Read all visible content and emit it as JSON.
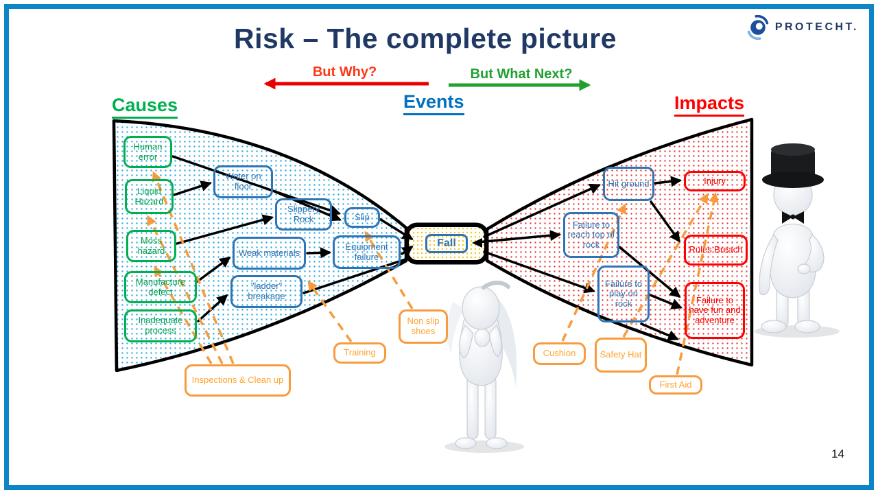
{
  "slide": {
    "title": "Risk – The complete picture",
    "page_number": "14",
    "logo_text": "PROTECHT."
  },
  "annotations": {
    "but_why": "But Why?",
    "but_what_next": "But What Next?"
  },
  "sections": {
    "causes": "Causes",
    "events": "Events",
    "impacts": "Impacts"
  },
  "diagram": {
    "central_event": "Fall",
    "causes": [
      "Human error",
      "Liquid Hazard",
      "Moss hazard",
      "Manufacture defect",
      "Inadequate process"
    ],
    "events": [
      "Water on floor",
      "Slippery Rock",
      "Slip",
      "Weak materials",
      "\"ladder\" breakage",
      "Equipment failure"
    ],
    "outcomes": [
      "Hit ground",
      "Failure to reach top of rock",
      "Failure to play on rock"
    ],
    "impacts": [
      "Injury",
      "Rules Breach",
      "Failure to have fun and adventure"
    ],
    "controls": [
      "Inspections & Clean up",
      "Training",
      "Non slip shoes",
      "Cushion",
      "Safety Hat",
      "First Aid"
    ]
  },
  "icons": {
    "logo": "protecht-swirl-icon",
    "bride": "bride-figure",
    "groom": "groom-top-hat-figure"
  },
  "colors": {
    "frame": "#0b85c5",
    "title": "#1f3864",
    "causes_green": "#00b050",
    "events_blue": "#2e75b6",
    "impacts_red": "#ff0000",
    "controls_orange": "#f89b3c",
    "why_red": "#e80000",
    "next_green": "#1fa12e",
    "knot_dots": "#efbe12",
    "left_dots": "#2ea9dd",
    "right_dots": "#e43e3e"
  }
}
